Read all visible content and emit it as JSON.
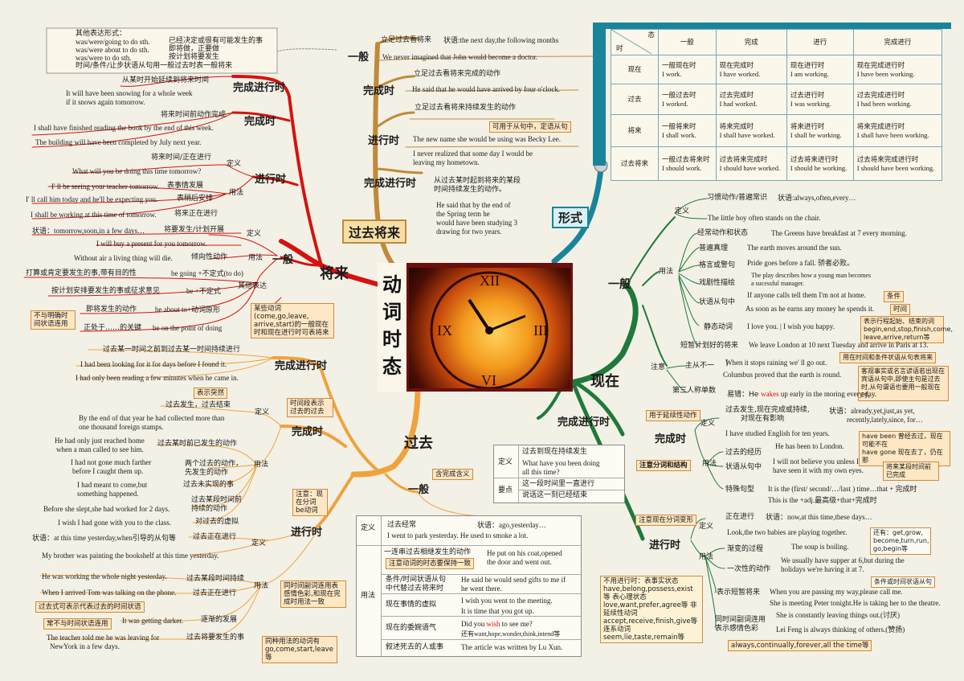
{
  "center": {
    "title": "动词时态"
  },
  "branches": {
    "past_future": "过去将来",
    "future": "将来",
    "past": "过去",
    "present": "现在",
    "form": "形式"
  },
  "pf": {
    "general": "一般",
    "perfect": "完成时",
    "progressive": "进行时",
    "perf_prog": "完成进行时",
    "g_def": "立足过去看将来",
    "g_adv": "状语:the next day,the following months",
    "g_ex": "We never imagined that John would become a doctor.",
    "p_def": "立足过去看将来完成的动作",
    "p_ex": "He said that he would have arrived by four o'clock.",
    "pr_def": "立足过去看将来持续发生的动作",
    "pr_note": "可用于从句中，定语从句",
    "pr_ex1": "The new name she would be using was Becky Lee.",
    "pr_ex2a": "I never realized that some day I would be",
    "pr_ex2b": "leaving my hometown.",
    "pp_def1": "从过去某时起到将来的某段",
    "pp_def2": "时间持续发生的动作。",
    "pp_ex1": "He said that by the end of",
    "pp_ex2": "the Spring term he",
    "pp_ex3": "would have been studying 3",
    "pp_ex4": "drawing for two years."
  },
  "other_forms": {
    "title": "其他表达形式：",
    "l1a": "was/were/going to do sth.",
    "l1b": "已经决定或很有可能发生的事",
    "l2a": "was/were about to do sth.",
    "l2b": "即将做，正要做",
    "l3a": "was/were to do sth.",
    "l3b": "按计划将要发生",
    "l4": "时间/条件/让步状语从句用一般过去时表一般将来"
  },
  "fut": {
    "pp": "完成进行时",
    "pp_def": "从某时开始延续到将来时间",
    "pp_ex1": "It will have been snowing for a whole week",
    "pp_ex2": "if it snows again tomorrow.",
    "perf": "完成时",
    "perf_def": "将来时间前动作完成",
    "perf_ex1": "I shall have finished reading the book by the end of this week.",
    "perf_ex2": "The building will have been completed by July next year.",
    "prog": "进行时",
    "prog_def_lbl": "定义",
    "prog_def": "将来时间/正在进行",
    "prog_def_ex": "What will you be doing this time tomorrow?",
    "prog_use_lbl": "用法",
    "prog_u1": "I' ll be seeing your teacher tomorrow.",
    "prog_u1c": "表事情发展",
    "prog_u2": "I' ll call him today and he'll be expecting you.",
    "prog_u2c": "表稍后安排",
    "prog_u3": "I shall be working at this time of tomorrow.",
    "prog_u3c": "将来正在进行",
    "gen": "一般",
    "gen_adv": "状语：tomorrow,soon,in a few days…",
    "gen_def_c": "将要发生/计划开展",
    "gen_def_lbl": "定义",
    "gen_ex": "I will buy a present for you tomorrow.",
    "gen_use_ex": "Without air a living thing will die.",
    "gen_use_c": "倾向性动作",
    "gen_use_lbl": "用法",
    "other_lbl": "其他表达",
    "o1": "打算或肯定要发生的事,带有目的性",
    "o1b": "be going +不定式(to do)",
    "o2": "按计划安排要发生的事或征求意见",
    "o2b": "be +不定式",
    "o3": "即将发生的动作",
    "o3b": "be about to+动词原形",
    "o4": "正处于……的关键",
    "o4b": "be on the point of doing",
    "o_note": "不与明确时间状语连用",
    "verbs_note": "某些动词(come,go,leave, arrive,start)的一般现在时和现在进行时可表将来"
  },
  "past": {
    "pp": "完成进行时",
    "pp_def": "过去某一时间之前到过去某一时间持续进行",
    "pp_ex1": "I had been looking for it for days before I found it.",
    "pp_ex2": "I had only been reading a few minutes when he came in.",
    "pp_note": "表示突然",
    "perf": "完成时",
    "perf_note": "时间段表示过去的过去",
    "perf_def_lbl": "定义",
    "perf_def": "过去发生，过去结束",
    "perf_def_ex1": "By the end of that year he had collected more than",
    "perf_def_ex2": "one thousand foreign stamps.",
    "perf_use_lbl": "用法",
    "pu1a": "He had only just reached home",
    "pu1b": "when a man called to see him.",
    "pu1c": "过去某时前已发生的动作",
    "pu2a": "I had not gone much farther",
    "pu2b": "before I caught them up.",
    "pu2c": "两个过去的动作，",
    "pu2d": "先发生的动作",
    "pu3a": "I had meant to come,but",
    "pu3b": "something happened.",
    "pu3c": "过去未实现的事",
    "pu4": "Before she slept,she had worked for 2 days.",
    "pu4c": "过去某段时间前",
    "pu4d": "持续的动作",
    "pu5": "I wish I had gone with you to the class.",
    "pu5c": "对过去的虚拟",
    "prog": "进行时",
    "prog_note": "注意：现在分词be动词",
    "prog_adv": "状语：at this time yesterday,when引导的从句等",
    "prog_def_c": "过去正在进行",
    "prog_def_lbl": "定义",
    "prog_def_ex": "My brother was painting the bookshelf at this time yesterday.",
    "prog_use_lbl": "用法",
    "gu1": "He was working the whole night yesterday.",
    "gu1c": "过去某段时间持续",
    "gu2": "When I arrived Tom was talking on the phone.",
    "gu2c": "过去正在进行",
    "gu2n": "过去式可表示代表过去的时间状语",
    "gu3n": "常不与时间状语连用",
    "gu3": "It was getting darker.",
    "gu3c": "逐渐的发展",
    "gu4a": "The teacher told me he was leaving for",
    "gu4b": "NewYork in a few days.",
    "gu4c": "过去将要发生的事",
    "syn_note": "同时间副词连用表感情色彩,和现在完成时用法一致",
    "same_note": "同种用法的动词有go,come,start,leave等",
    "gen": "一般",
    "gen_note": "含完成含义",
    "tbl_def_lbl": "定义",
    "tbl_use_lbl": "用法",
    "td1": "过去经常",
    "td1b": "状语：ago,yesterday…",
    "td1ex": "I went to park yesterday.   He used to smoke a lot.",
    "tu1": "一连串过去相继发生的动作",
    "tu1n": "注意动词的时态要保持一致",
    "tu1ex1": "He put on his coat,opened",
    "tu1ex2": "the door and went out.",
    "tu2a": "条件/时间状语从句",
    "tu2b": "中代替过去将来时",
    "tu2ex1": "He said he would send gifts to me if",
    "tu2ex2": "he went there.",
    "tu3": "现在事情的虚拟",
    "tu3ex1": "I wish you went to the meeting.",
    "tu3ex2": "It is time that you got up.",
    "tu4": "现在的委婉语气",
    "tu4ex1a": "Did you ",
    "tu4ex1w": "wish",
    "tu4ex1b": " to see me?",
    "tu4ex2": "还有want,hope,wonder,think,intend等",
    "tu5": "叙述死去的人或事",
    "tu5ex": "The article was written by Lu Xun."
  },
  "pres": {
    "gen": "一般",
    "def_lbl": "定义",
    "d1": "习惯动作/普遍常识",
    "d1b": "状语:always,often,every…",
    "d1ex": "The little boy often stands on the chair.",
    "use_lbl": "用法",
    "u1": "经常动作和状态",
    "u1ex": "The Greens have breakfast at 7 every morning.",
    "u2": "普遍真理",
    "u2ex": "The earth moves around the sun.",
    "u3": "格言或警句",
    "u3ex": "Pride goes before a fall.   骄者必败。",
    "u4": "戏剧性描绘",
    "u4ex1": "The play describes how a young man becomes",
    "u4ex2": "a sucessful manager.",
    "u5": "状语从句中",
    "u5ex1": "If anyone calls tell them I'm not at home.",
    "u5n1": "条件",
    "u5ex2": "As soon as he earns any money he spends it.",
    "u5n2": "时间",
    "u6": "静态动词",
    "u6ex": "I love you.  |  I wish you happy.",
    "u6n": "表示行程起始、结束的词 begin,end,stop,finish,come, leave,arrive,return等",
    "u7": "短暂计划好的将来",
    "u7ex": "We leave London at 10 next Tuesday and arrive in Paris at 13.",
    "note_lbl": "注意",
    "n1": "主从不一",
    "n1ex1": "When it stops raining we' ll go out.",
    "n1n1": "用在时间和条件状语从句表将来",
    "n1ex2": "Columbus proved that the earth is round.",
    "n1n2": "客观事实或名言谚语若出现在宾语从句中,即使主句是过去时,从句谓语也要用一般现在时。",
    "n2": "第三人称单数",
    "n2ex_a": "易错：He ",
    "n2ex_w": "wakes",
    "n2ex_b": " up early in the moring every day.",
    "pp": "完成进行时",
    "pp_def_lbl": "定义",
    "pp_def1": "过去到现在持续发生",
    "pp_def2": "What have you been doing",
    "pp_def3": "all this time?",
    "pp_key_lbl": "要点",
    "pp_key1": "这一段时间里一直进行",
    "pp_key2": "说话这一刻已经结束",
    "perf": "完成时",
    "perf_tag": "用于延续性动作",
    "perf_note": "注意分词和结构",
    "pf_def_lbl": "定义",
    "pf_def1": "过去发生,现在完成或持续,",
    "pf_def2": "对现在有影响",
    "pf_adv1": "状语：already,yet,just,as yet,",
    "pf_adv2": "recently,lately,since, for…",
    "pf_def_ex": "I have studied English for ten years.",
    "pf_use_lbl": "用法",
    "pfu1": "过去的经历",
    "pfu1ex": "He has been to London.",
    "pfu1n1": "have been 曾经去过，现在可能不在",
    "pfu1n2": "have gone 现在去了，仍在那",
    "pfu2": "状语从句中",
    "pfu2ex1": "I will not believe you unless I",
    "pfu2ex2": "have seen it with my own eyes.",
    "pfu2n": "将来某段时间前已完成",
    "pfu3": "特殊句型",
    "pfu3ex1": "It is the (first/ second/…/last ) time…that + 完成时",
    "pfu3ex2": "This is the +adj.最高级+that+完成时",
    "prog": "进行时",
    "prog_note": "注意现在分词变形",
    "pr_def_lbl": "定义",
    "pr_def": "正在进行",
    "pr_adv": "状语：now,at this time,these days…",
    "pr_def_ex": "Look,the two babies are playing together.",
    "pr_use_lbl": "用法",
    "pru1": "渐变的过程",
    "pru1ex": "The soup is boiling.",
    "pru1n": "还有：get,grow, become,turn,run, go,begin等",
    "pru2": "一次性的动作",
    "pru2ex1": "We usually have supper at 6,but during the",
    "pru2ex2": "holidays we're having it at 7.",
    "pru3": "表示短暂将来",
    "pru3ex": "When you are passing my way,please call me.",
    "pru3n": "条件或时间状语从句",
    "pru3ex2": "She is meeting Peter tonight.He is taking her to the theatre.",
    "pru4a": "同时间副词连用",
    "pru4b": "表示感情色彩",
    "pru4ex1": "She is constantly leaving things out.(讨厌)",
    "pru4ex2": "Lei Feng is always thinking of others.(赞扬)",
    "pru4n": "always,continually,forever,all the time等",
    "noprog": "不用进行时：表事实状态 have,belong,possess,exist等 表心理状态 love,want,prefer,agree等 非延续性动词 accept,receive,finish,give等 连系动词 seem,lie,taste,remain等"
  },
  "table": {
    "corner_top": "态",
    "corner_bottom": "时",
    "cols": [
      "一般",
      "完成",
      "进行",
      "完成进行"
    ],
    "rows": [
      {
        "name": "现在",
        "cells": [
          [
            "一般现在时",
            "I work."
          ],
          [
            "现在完成时",
            "I have worked."
          ],
          [
            "现在进行时",
            "I am working."
          ],
          [
            "现在完成进行时",
            "I have been working."
          ]
        ]
      },
      {
        "name": "过去",
        "cells": [
          [
            "一般过去时",
            "I worked."
          ],
          [
            "过去完成时",
            "I had worked."
          ],
          [
            "过去进行时",
            "I was working."
          ],
          [
            "过去完成进行时",
            "I had been working."
          ]
        ]
      },
      {
        "name": "将来",
        "cells": [
          [
            "一般将来时",
            "I shall work."
          ],
          [
            "将来完成时",
            "I shall have worked."
          ],
          [
            "将来进行时",
            "I shall be working."
          ],
          [
            "将来完成进行时",
            "I shall have been working."
          ]
        ]
      },
      {
        "name": "过去将来",
        "cells": [
          [
            "一般过去将来时",
            "I should work."
          ],
          [
            "过去将来完成时",
            "I should have worked."
          ],
          [
            "过去将来进行时",
            "I should be working."
          ],
          [
            "过去将来完成进行时",
            "I should have been working."
          ]
        ]
      }
    ]
  },
  "colors": {
    "future": "#d6120f",
    "past_future": "#c08a3a",
    "past": "#f0a23c",
    "present": "#1e7a3a",
    "form": "#19859a"
  }
}
